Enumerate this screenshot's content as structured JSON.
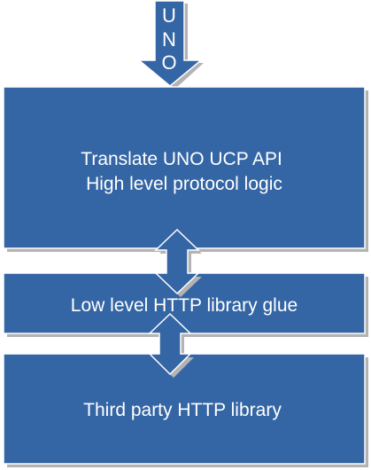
{
  "diagram": {
    "input_arrow": {
      "letters": [
        "U",
        "N",
        "O"
      ]
    },
    "boxes": [
      {
        "lines": [
          "Translate UNO UCP API",
          "High level protocol logic"
        ]
      },
      {
        "lines": [
          "Low level HTTP library glue"
        ]
      },
      {
        "lines": [
          "Third party HTTP library"
        ]
      }
    ],
    "colors": {
      "fill": "#3465a4",
      "stroke": "#ffffff",
      "shadow": "#b3b3b3",
      "text": "#ffffff"
    }
  }
}
